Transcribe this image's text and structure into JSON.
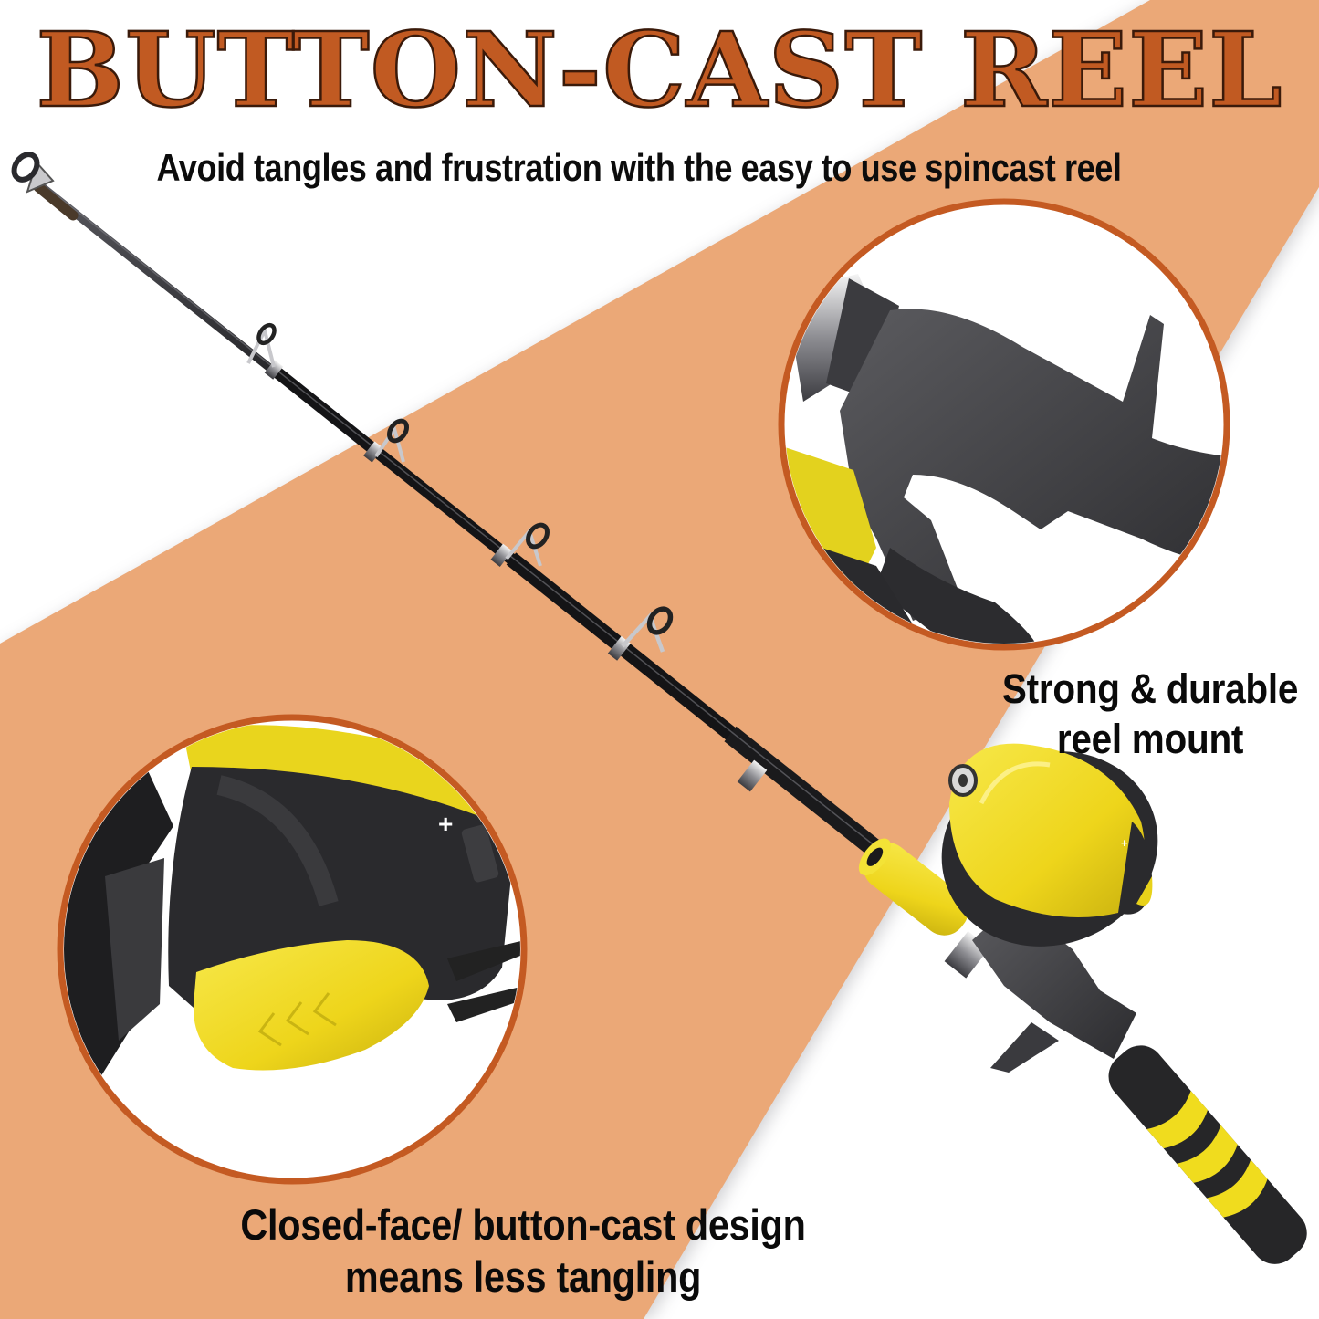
{
  "header": {
    "title": "BUTTON-CAST REEL",
    "subtitle": "Avoid tangles and frustration with the easy to use spincast reel"
  },
  "callouts": {
    "reel_mount": {
      "line1": "Strong & durable",
      "line2": "reel mount"
    },
    "closed_face": {
      "line1": "Closed-face/ button-cast design",
      "line2": "means less tangling"
    }
  },
  "detail_views": {
    "top_right": {
      "icon": "reel-seat-handle-closeup"
    },
    "bottom_left": {
      "icon": "thumb-button-closeup",
      "adjust_symbol": "+"
    }
  },
  "colors": {
    "background": "#ffffff",
    "band": "#eba877",
    "title": "#c15a22",
    "title_stroke": "#3a1a0a",
    "circle_border": "#c45a22",
    "rod": "#1a1a1c",
    "reel_yellow": "#f1dc1e",
    "grip_black": "#262628",
    "text": "#0c0c0c"
  }
}
